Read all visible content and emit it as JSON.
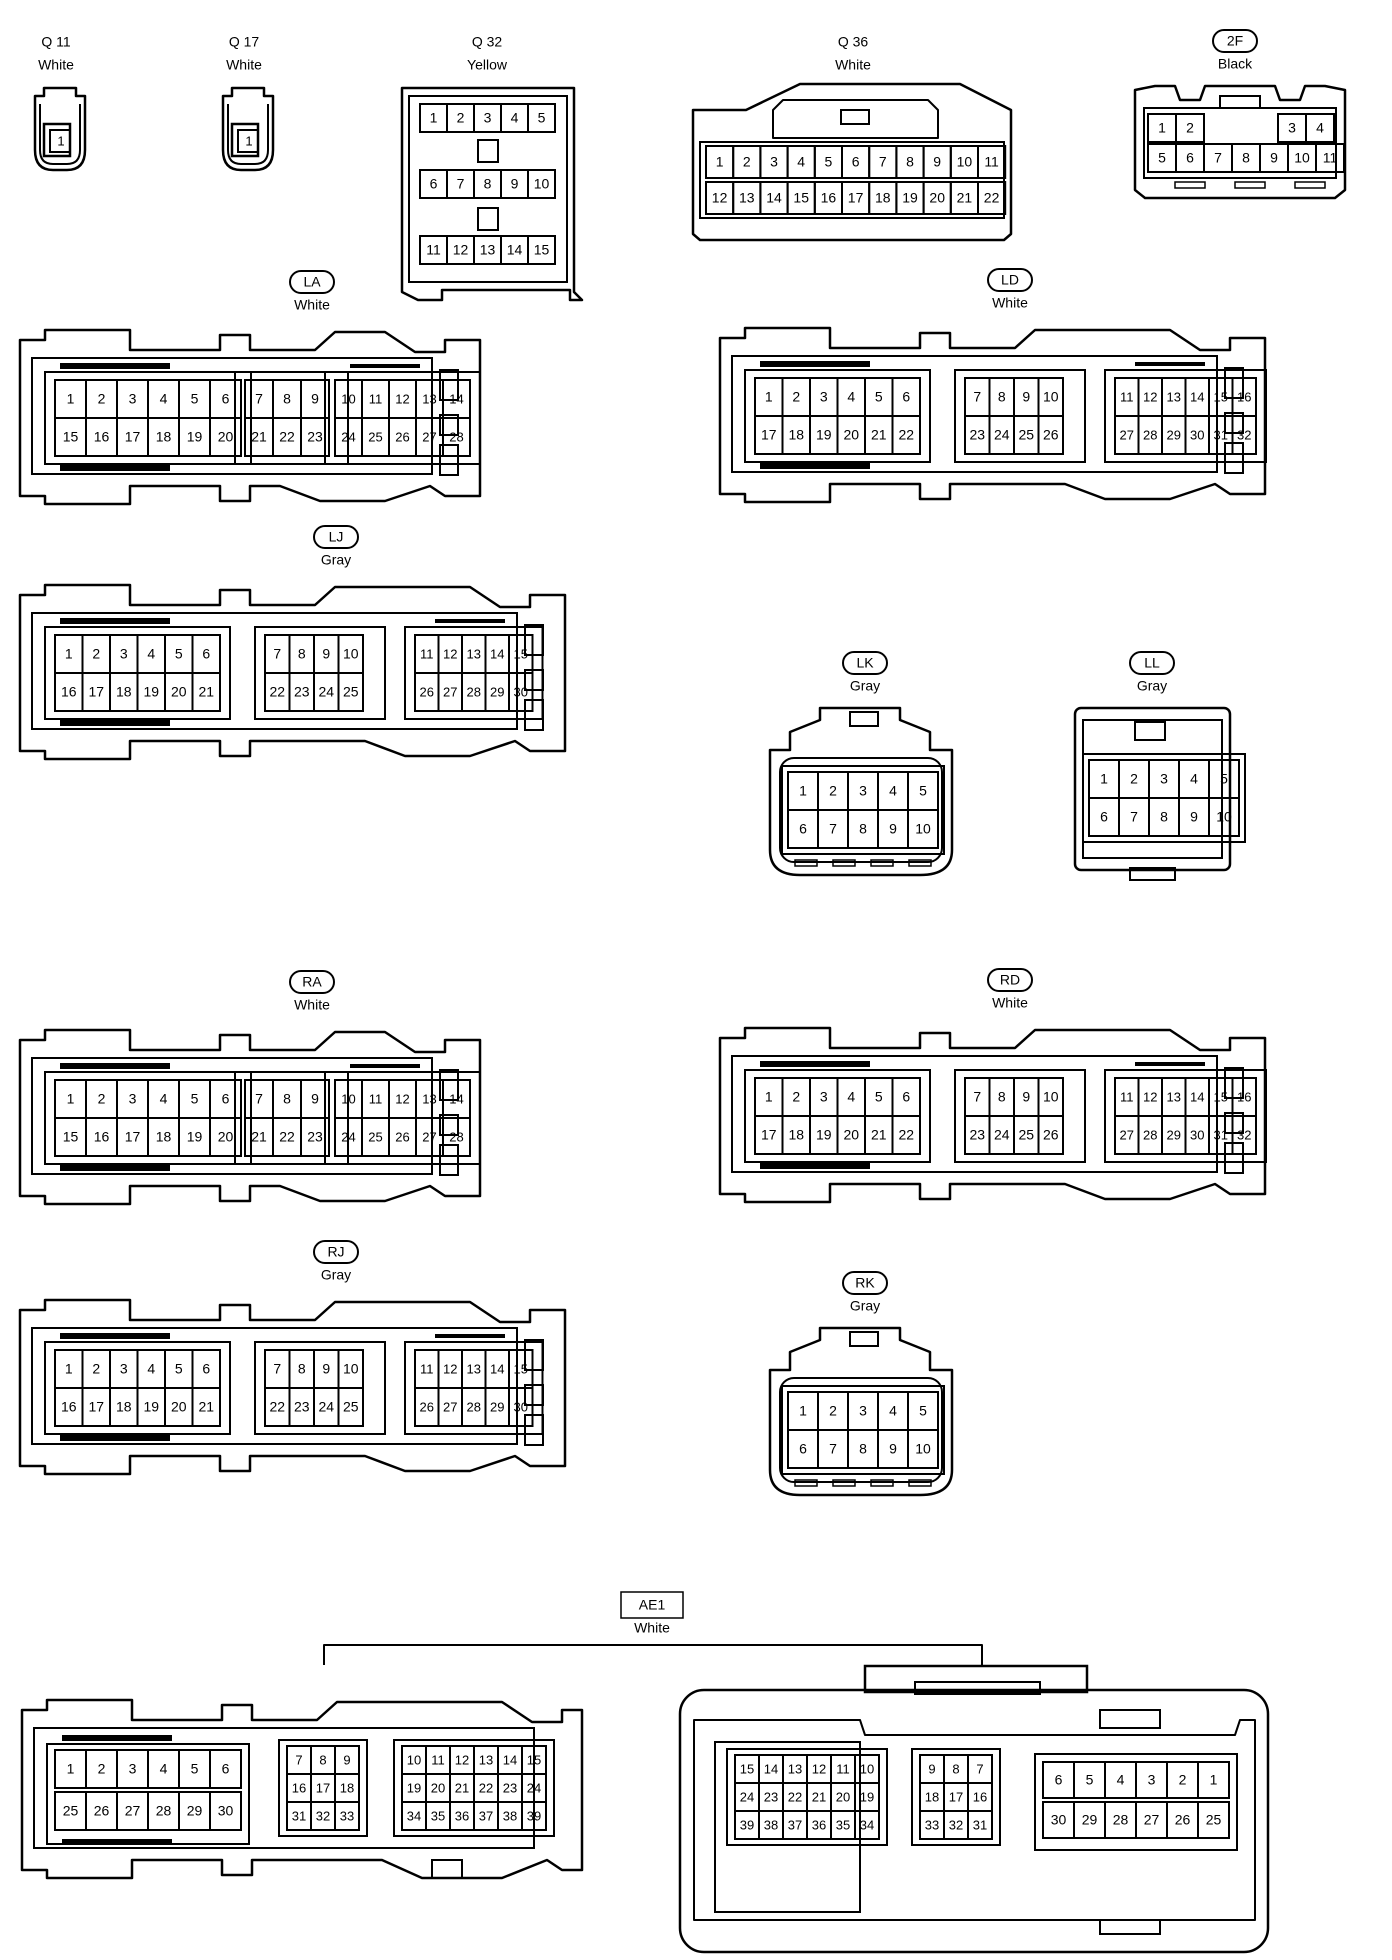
{
  "connectors": {
    "q11": {
      "code": "Q 11",
      "color": "White",
      "pins": [
        "1"
      ]
    },
    "q17": {
      "code": "Q 17",
      "color": "White",
      "pins": [
        "1"
      ]
    },
    "q32": {
      "code": "Q 32",
      "color": "Yellow",
      "rows": [
        [
          "1",
          "2",
          "3",
          "4",
          "5"
        ],
        [
          "6",
          "7",
          "8",
          "9",
          "10"
        ],
        [
          "11",
          "12",
          "13",
          "14",
          "15"
        ]
      ]
    },
    "q36": {
      "code": "Q 36",
      "color": "White",
      "rows": [
        [
          "1",
          "2",
          "3",
          "4",
          "5",
          "6",
          "7",
          "8",
          "9",
          "10",
          "11"
        ],
        [
          "12",
          "13",
          "14",
          "15",
          "16",
          "17",
          "18",
          "19",
          "20",
          "21",
          "22"
        ]
      ]
    },
    "c2f": {
      "code": "2F",
      "color": "Black",
      "left": [
        [
          "1",
          "2"
        ],
        [
          "5",
          "6",
          "7",
          "8",
          "9",
          "10",
          "11"
        ]
      ],
      "right": [
        "3",
        "4"
      ]
    },
    "la": {
      "code": "LA",
      "color": "White",
      "blocks": [
        [
          [
            "1",
            "2",
            "3",
            "4",
            "5",
            "6"
          ],
          [
            "15",
            "16",
            "17",
            "18",
            "19",
            "20"
          ]
        ],
        [
          [
            "7",
            "8",
            "9"
          ],
          [
            "21",
            "22",
            "23"
          ]
        ],
        [
          [
            "10",
            "11",
            "12",
            "13",
            "14"
          ],
          [
            "24",
            "25",
            "26",
            "27",
            "28"
          ]
        ]
      ]
    },
    "ld": {
      "code": "LD",
      "color": "White",
      "blocks": [
        [
          [
            "1",
            "2",
            "3",
            "4",
            "5",
            "6"
          ],
          [
            "17",
            "18",
            "19",
            "20",
            "21",
            "22"
          ]
        ],
        [
          [
            "7",
            "8",
            "9",
            "10"
          ],
          [
            "23",
            "24",
            "25",
            "26"
          ]
        ],
        [
          [
            "11",
            "12",
            "13",
            "14",
            "15",
            "16"
          ],
          [
            "27",
            "28",
            "29",
            "30",
            "31",
            "32"
          ]
        ]
      ]
    },
    "lj": {
      "code": "LJ",
      "color": "Gray",
      "blocks": [
        [
          [
            "1",
            "2",
            "3",
            "4",
            "5",
            "6"
          ],
          [
            "16",
            "17",
            "18",
            "19",
            "20",
            "21"
          ]
        ],
        [
          [
            "7",
            "8",
            "9",
            "10"
          ],
          [
            "22",
            "23",
            "24",
            "25"
          ]
        ],
        [
          [
            "11",
            "12",
            "13",
            "14",
            "15"
          ],
          [
            "26",
            "27",
            "28",
            "29",
            "30"
          ]
        ]
      ]
    },
    "lk": {
      "code": "LK",
      "color": "Gray",
      "rows": [
        [
          "1",
          "2",
          "3",
          "4",
          "5"
        ],
        [
          "6",
          "7",
          "8",
          "9",
          "10"
        ]
      ]
    },
    "ll": {
      "code": "LL",
      "color": "Gray",
      "rows": [
        [
          "1",
          "2",
          "3",
          "4",
          "5"
        ],
        [
          "6",
          "7",
          "8",
          "9",
          "10"
        ]
      ]
    },
    "ra": {
      "code": "RA",
      "color": "White",
      "blocks": [
        [
          [
            "1",
            "2",
            "3",
            "4",
            "5",
            "6"
          ],
          [
            "15",
            "16",
            "17",
            "18",
            "19",
            "20"
          ]
        ],
        [
          [
            "7",
            "8",
            "9"
          ],
          [
            "21",
            "22",
            "23"
          ]
        ],
        [
          [
            "10",
            "11",
            "12",
            "13",
            "14"
          ],
          [
            "24",
            "25",
            "26",
            "27",
            "28"
          ]
        ]
      ]
    },
    "rd": {
      "code": "RD",
      "color": "White",
      "blocks": [
        [
          [
            "1",
            "2",
            "3",
            "4",
            "5",
            "6"
          ],
          [
            "17",
            "18",
            "19",
            "20",
            "21",
            "22"
          ]
        ],
        [
          [
            "7",
            "8",
            "9",
            "10"
          ],
          [
            "23",
            "24",
            "25",
            "26"
          ]
        ],
        [
          [
            "11",
            "12",
            "13",
            "14",
            "15",
            "16"
          ],
          [
            "27",
            "28",
            "29",
            "30",
            "31",
            "32"
          ]
        ]
      ]
    },
    "rj": {
      "code": "RJ",
      "color": "Gray",
      "blocks": [
        [
          [
            "1",
            "2",
            "3",
            "4",
            "5",
            "6"
          ],
          [
            "16",
            "17",
            "18",
            "19",
            "20",
            "21"
          ]
        ],
        [
          [
            "7",
            "8",
            "9",
            "10"
          ],
          [
            "22",
            "23",
            "24",
            "25"
          ]
        ],
        [
          [
            "11",
            "12",
            "13",
            "14",
            "15"
          ],
          [
            "26",
            "27",
            "28",
            "29",
            "30"
          ]
        ]
      ]
    },
    "rk": {
      "code": "RK",
      "color": "Gray",
      "rows": [
        [
          "1",
          "2",
          "3",
          "4",
          "5"
        ],
        [
          "6",
          "7",
          "8",
          "9",
          "10"
        ]
      ]
    },
    "ae1": {
      "code": "AE1",
      "color": "White",
      "male": [
        [
          [
            "1",
            "2",
            "3",
            "4",
            "5",
            "6"
          ],
          [
            "25",
            "26",
            "27",
            "28",
            "29",
            "30"
          ]
        ],
        [
          [
            "7",
            "8",
            "9"
          ],
          [
            "16",
            "17",
            "18"
          ],
          [
            "31",
            "32",
            "33"
          ]
        ],
        [
          [
            "10",
            "11",
            "12",
            "13",
            "14",
            "15"
          ],
          [
            "19",
            "20",
            "21",
            "22",
            "23",
            "24"
          ],
          [
            "34",
            "35",
            "36",
            "37",
            "38",
            "39"
          ]
        ]
      ],
      "female": [
        [
          [
            "15",
            "14",
            "13",
            "12",
            "11",
            "10"
          ],
          [
            "24",
            "23",
            "22",
            "21",
            "20",
            "19"
          ],
          [
            "39",
            "38",
            "37",
            "36",
            "35",
            "34"
          ]
        ],
        [
          [
            "9",
            "8",
            "7"
          ],
          [
            "18",
            "17",
            "16"
          ],
          [
            "33",
            "32",
            "31"
          ]
        ],
        [
          [
            "6",
            "5",
            "4",
            "3",
            "2",
            "1"
          ],
          [
            "30",
            "29",
            "28",
            "27",
            "26",
            "25"
          ]
        ]
      ]
    }
  }
}
